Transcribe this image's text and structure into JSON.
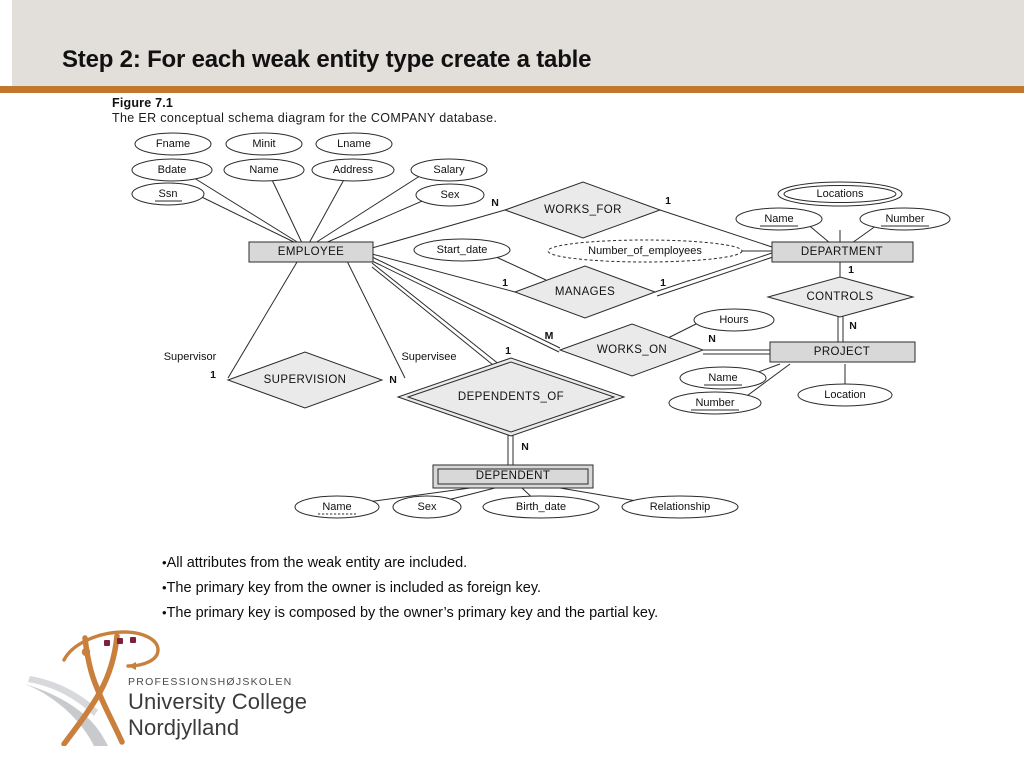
{
  "slide": {
    "title": "Step 2: For each weak entity type create a table",
    "accent_color": "#c2772a",
    "header_bg": "#e2dfda"
  },
  "figure": {
    "number": "Figure 7.1",
    "description": "The ER conceptual schema diagram for the COMPANY database."
  },
  "er_diagram": {
    "entities": [
      {
        "id": "employee",
        "label": "EMPLOYEE",
        "weak": false
      },
      {
        "id": "department",
        "label": "DEPARTMENT",
        "weak": false
      },
      {
        "id": "project",
        "label": "PROJECT",
        "weak": false
      },
      {
        "id": "dependent",
        "label": "DEPENDENT",
        "weak": true
      }
    ],
    "relationships": [
      {
        "id": "works_for",
        "label": "WORKS_FOR",
        "identifying": false
      },
      {
        "id": "manages",
        "label": "MANAGES",
        "identifying": false
      },
      {
        "id": "controls",
        "label": "CONTROLS",
        "identifying": false
      },
      {
        "id": "works_on",
        "label": "WORKS_ON",
        "identifying": false
      },
      {
        "id": "supervision",
        "label": "SUPERVISION",
        "identifying": false
      },
      {
        "id": "dependents_of",
        "label": "DEPENDENTS_OF",
        "identifying": true
      }
    ],
    "attributes": [
      {
        "id": "fname",
        "label": "Fname",
        "owner": "employee",
        "kind": "simple"
      },
      {
        "id": "minit",
        "label": "Minit",
        "owner": "employee",
        "kind": "simple"
      },
      {
        "id": "lname",
        "label": "Lname",
        "owner": "employee",
        "kind": "simple"
      },
      {
        "id": "name_emp",
        "label": "Name",
        "owner": "employee",
        "kind": "composite"
      },
      {
        "id": "bdate",
        "label": "Bdate",
        "owner": "employee",
        "kind": "simple"
      },
      {
        "id": "address",
        "label": "Address",
        "owner": "employee",
        "kind": "simple"
      },
      {
        "id": "salary",
        "label": "Salary",
        "owner": "employee",
        "kind": "simple"
      },
      {
        "id": "ssn",
        "label": "Ssn",
        "owner": "employee",
        "kind": "key"
      },
      {
        "id": "sex_emp",
        "label": "Sex",
        "owner": "employee",
        "kind": "simple"
      },
      {
        "id": "start_date",
        "label": "Start_date",
        "owner": "manages",
        "kind": "simple"
      },
      {
        "id": "num_emps",
        "label": "Number_of_employees",
        "owner": "department",
        "kind": "derived"
      },
      {
        "id": "locations",
        "label": "Locations",
        "owner": "department",
        "kind": "multivalued"
      },
      {
        "id": "name_dept",
        "label": "Name",
        "owner": "department",
        "kind": "key"
      },
      {
        "id": "number_dept",
        "label": "Number",
        "owner": "department",
        "kind": "key"
      },
      {
        "id": "hours",
        "label": "Hours",
        "owner": "works_on",
        "kind": "simple"
      },
      {
        "id": "name_proj",
        "label": "Name",
        "owner": "project",
        "kind": "key"
      },
      {
        "id": "number_proj",
        "label": "Number",
        "owner": "project",
        "kind": "key"
      },
      {
        "id": "location_proj",
        "label": "Location",
        "owner": "project",
        "kind": "simple"
      },
      {
        "id": "name_dep",
        "label": "Name",
        "owner": "dependent",
        "kind": "partial-key"
      },
      {
        "id": "sex_dep",
        "label": "Sex",
        "owner": "dependent",
        "kind": "simple"
      },
      {
        "id": "birth_date",
        "label": "Birth_date",
        "owner": "dependent",
        "kind": "simple"
      },
      {
        "id": "relationship",
        "label": "Relationship",
        "owner": "dependent",
        "kind": "simple"
      }
    ],
    "cardinality_labels": [
      {
        "id": "works_for_n",
        "text": "N"
      },
      {
        "id": "works_for_1",
        "text": "1"
      },
      {
        "id": "manages_1_left",
        "text": "1"
      },
      {
        "id": "manages_1_right",
        "text": "1"
      },
      {
        "id": "controls_1",
        "text": "1"
      },
      {
        "id": "controls_n",
        "text": "N"
      },
      {
        "id": "works_on_m",
        "text": "M"
      },
      {
        "id": "works_on_n",
        "text": "N"
      },
      {
        "id": "supervision_1",
        "text": "1"
      },
      {
        "id": "supervision_n",
        "text": "N"
      },
      {
        "id": "dependents_1",
        "text": "1"
      },
      {
        "id": "dependents_n",
        "text": "N"
      }
    ],
    "role_labels": [
      {
        "id": "supervisor",
        "text": "Supervisor"
      },
      {
        "id": "supervisee",
        "text": "Supervisee"
      }
    ]
  },
  "bullets": [
    "All attributes from the weak entity are included.",
    "The primary key from the owner is included as foreign key.",
    "The primary key is composed by the owner’s primary key and the partial key."
  ],
  "logo": {
    "line1": "PROFESSIONSHØJSKOLEN",
    "line2": "University College Nordjylland",
    "mark_color": "#c8803c",
    "dot_color": "#7d2040",
    "shadow_color": "#c9cace"
  }
}
